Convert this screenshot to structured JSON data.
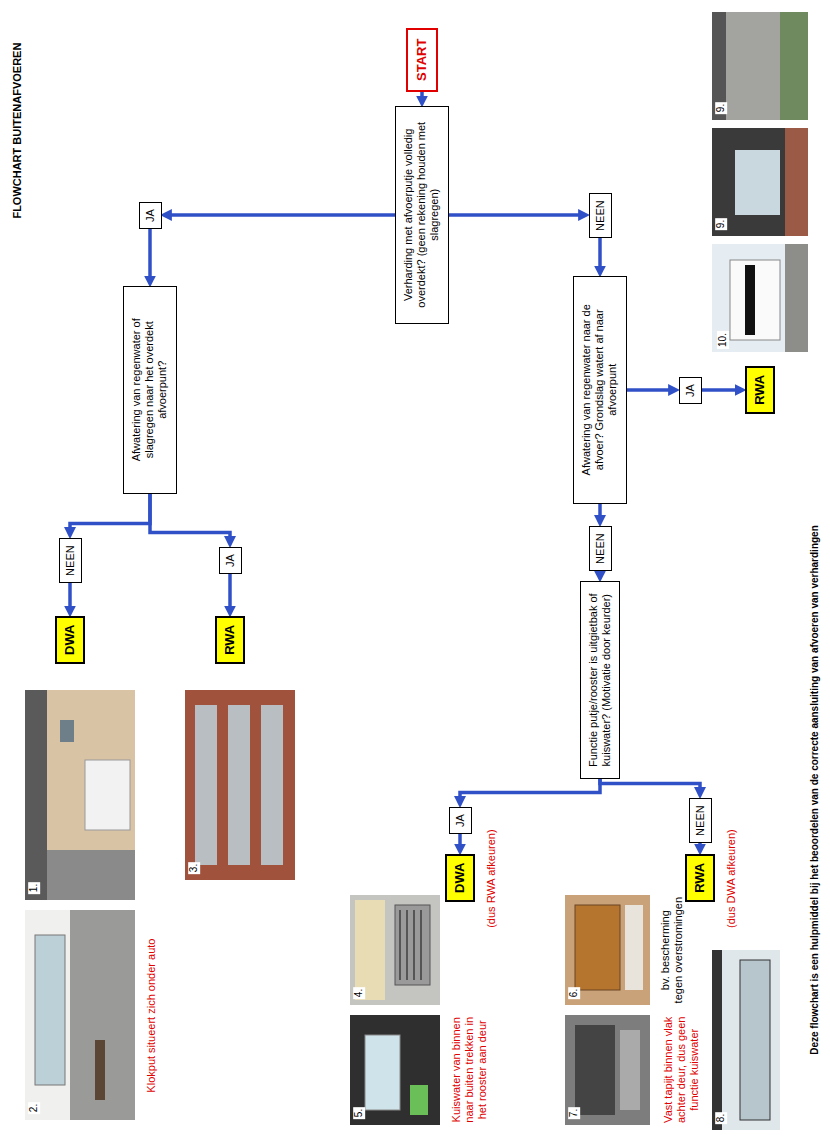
{
  "diagram": {
    "title": "FLOWCHART BUITENAFVOEREN",
    "caption": "Deze flowchart is een hulpmiddel bij het beoordelen van de correcte aansluiting van afvoeren van verhardingen",
    "nodes": [
      {
        "text": [
          "START"
        ]
      },
      {
        "text": [
          "Verharding met afvoerputje volledig overdekt? (geen rekening houden met slagregen)"
        ]
      },
      {
        "text": [
          "JA"
        ]
      },
      {
        "text": [
          "NEEN"
        ]
      },
      {
        "text": [
          "Afwatering van regenwater of slagregen naar het overdekt afvoerpunt?"
        ]
      },
      {
        "text": [
          "Afwatering van regenwater naar de afvoer? Grondslag watert af naar afvoerpunt"
        ]
      },
      {
        "text": [
          "NEEN"
        ]
      },
      {
        "text": [
          "JA"
        ]
      },
      {
        "text": [
          "NEEN"
        ]
      },
      {
        "text": [
          "JA"
        ]
      },
      {
        "text": [
          "DWA"
        ]
      },
      {
        "text": [
          "RWA"
        ]
      },
      {
        "text": [
          "Functie putje/rooster is uitgietbak of kuiswater? (Motivatie door keurder)"
        ]
      },
      {
        "text": [
          "RWA"
        ]
      },
      {
        "text": [
          "JA"
        ]
      },
      {
        "text": [
          "NEEN"
        ]
      },
      {
        "text": [
          "DWA"
        ]
      },
      {
        "text": [
          "RWA"
        ]
      }
    ],
    "edges": [
      {
        "from": 0,
        "to": 1,
        "arrow": "to"
      },
      {
        "from": 1,
        "to": 2,
        "arrow": "to"
      },
      {
        "from": 1,
        "to": 3,
        "arrow": "to"
      },
      {
        "from": 2,
        "to": 4,
        "arrow": "to"
      },
      {
        "from": 3,
        "to": 5,
        "arrow": "to"
      },
      {
        "from": 4,
        "to": 6,
        "arrow": "to"
      },
      {
        "from": 4,
        "to": 7,
        "arrow": "to"
      },
      {
        "from": 5,
        "to": 8,
        "arrow": "to"
      },
      {
        "from": 5,
        "to": 9,
        "arrow": "to"
      },
      {
        "from": 6,
        "to": 10,
        "arrow": "to"
      },
      {
        "from": 7,
        "to": 11,
        "arrow": "to"
      },
      {
        "from": 8,
        "to": 12,
        "arrow": "to"
      },
      {
        "from": 9,
        "to": 13,
        "arrow": "to"
      },
      {
        "from": 12,
        "to": 14,
        "arrow": "to"
      },
      {
        "from": 12,
        "to": 15,
        "arrow": "to"
      },
      {
        "from": 14,
        "to": 16,
        "arrow": "to"
      },
      {
        "from": 15,
        "to": 17,
        "arrow": "to"
      }
    ],
    "labels": [
      "1.",
      "2.",
      "Klokput situeert zich onder auto",
      "3.",
      "(dus RWA afkeuren)",
      "4.",
      "5.",
      "Kuiswater van binnen naar buiten trekken in het rooster aan deur",
      "(dus DWA afkeuren)",
      "6.",
      "bv. bescherming tegen overstromingen",
      "7.",
      "Vast tapijt binnen vlak achter deur, dus geen functie kuiswater",
      "8.",
      "9.",
      "9.",
      "10."
    ]
  }
}
